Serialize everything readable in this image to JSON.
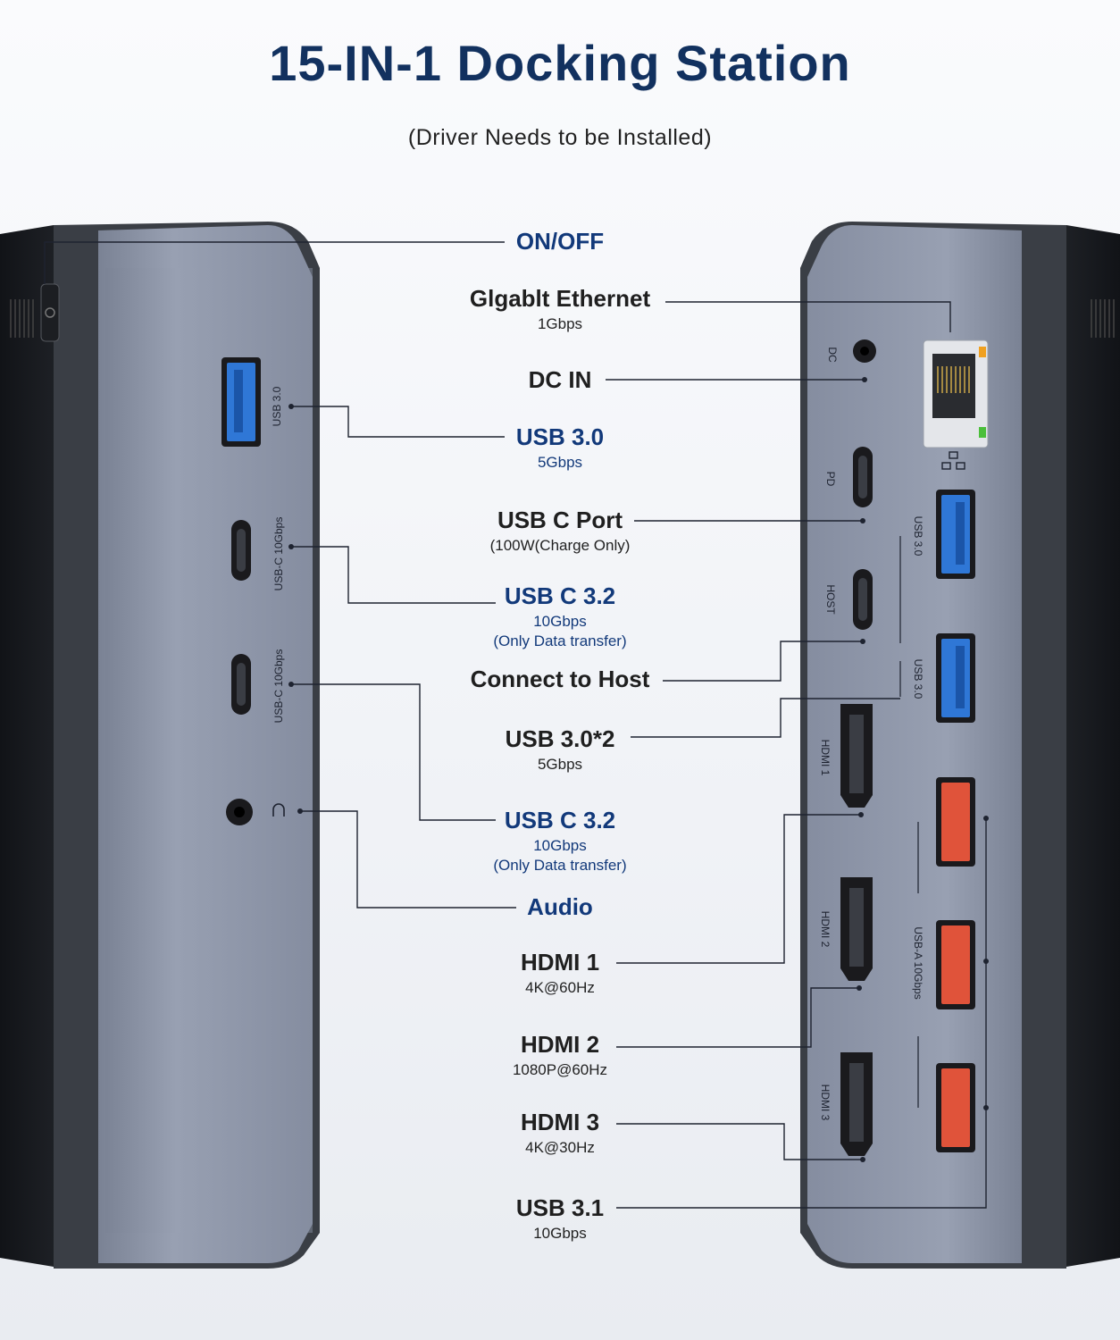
{
  "header": {
    "title": "15-IN-1 Docking Station",
    "subtitle": "(Driver Needs to be Installed)"
  },
  "labels": {
    "on_off": "ON/OFF",
    "gigabit": {
      "title": "Glgablt Ethernet",
      "sub": "1Gbps"
    },
    "dc_in": "DC IN",
    "usb30": {
      "title": "USB 3.0",
      "sub": "5Gbps"
    },
    "usbc_port": {
      "title": "USB C Port",
      "sub": "(100W(Charge Only)"
    },
    "usbc32_a": {
      "title": "USB C 3.2",
      "sub1": "10Gbps",
      "sub2": "(Only Data transfer)"
    },
    "connect_host": "Connect to Host",
    "usb30x2": {
      "title": "USB 3.0*2",
      "sub": "5Gbps"
    },
    "usbc32_b": {
      "title": "USB C 3.2",
      "sub1": "10Gbps",
      "sub2": "(Only Data transfer)"
    },
    "audio": "Audio",
    "hdmi1": {
      "title": "HDMI 1",
      "sub": "4K@60Hz"
    },
    "hdmi2": {
      "title": "HDMI 2",
      "sub": "1080P@60Hz"
    },
    "hdmi3": {
      "title": "HDMI 3",
      "sub": "4K@30Hz"
    },
    "usb31": {
      "title": "USB 3.1",
      "sub": "10Gbps"
    }
  },
  "device_print": {
    "left": {
      "usb30": "USB 3.0",
      "usbc1": "USB-C 10Gbps",
      "usbc2": "USB-C 10Gbps"
    },
    "right": {
      "dc": "DC",
      "pd": "PD",
      "host": "HOST",
      "usb30_a": "USB 3.0",
      "usb30_b": "USB 3.0",
      "hdmi1": "HDMI 1",
      "hdmi2": "HDMI 2",
      "hdmi3": "HDMI 3",
      "usba10": "USB-A 10Gbps"
    }
  },
  "colors": {
    "title": "#12315f",
    "blue_label": "#12397a",
    "panel": "#8b93a5",
    "usb3_blue": "#2f77d6",
    "usb_red": "#e0533a"
  }
}
